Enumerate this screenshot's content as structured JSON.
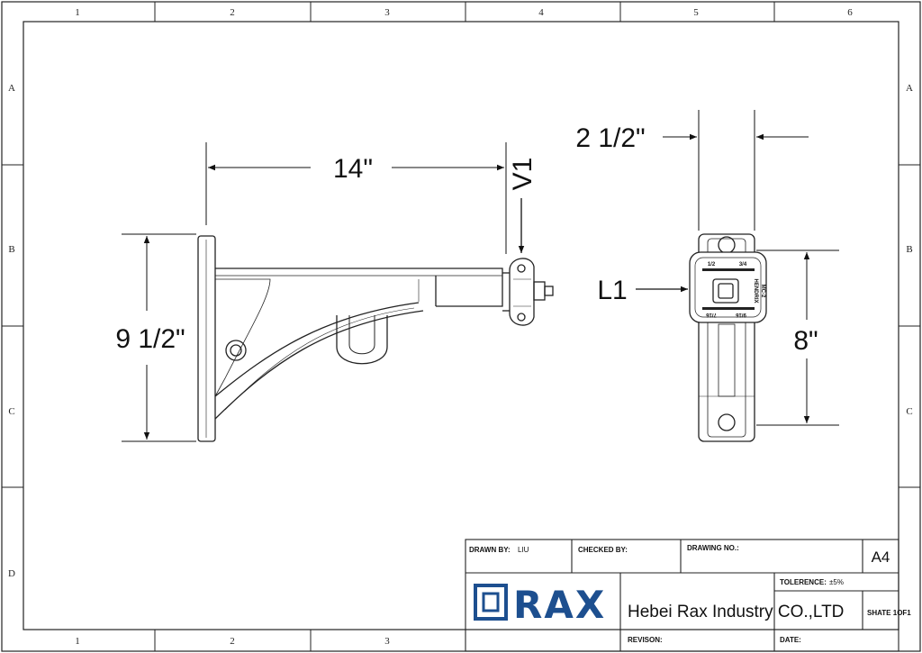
{
  "frame": {
    "columns": [
      "1",
      "2",
      "3",
      "4",
      "5",
      "6"
    ],
    "rows": [
      "A",
      "B",
      "C",
      "D"
    ]
  },
  "dimensions": {
    "length": "14\"",
    "height": "9 1/2\"",
    "width": "2 1/2\"",
    "mount_spacing": "8\"",
    "vertical_ref": "V1",
    "lateral_ref": "L1"
  },
  "plate_marks": {
    "top_left": "1/2",
    "top_right": "3/4",
    "bottom_left": "7/16",
    "bottom_right": "9/16",
    "side_text_1": "HENDRIX",
    "side_text_2": "MC-2"
  },
  "title_block": {
    "drawn_by_label": "DRAWN BY:",
    "drawn_by_value": "LIU",
    "checked_by_label": "CHECKED BY:",
    "drawing_no_label": "DRAWING NO.:",
    "size": "A4",
    "tolerance_label": "TOLERENCE:",
    "tolerance_value": "±5%",
    "logo": "RAX",
    "company": "Hebei Rax Industry CO.,LTD",
    "sheet": "SHATE 1OF1",
    "revision_label": "REVISON:",
    "date_label": "DATE:"
  },
  "colors": {
    "logo_blue": "#1d4f8f",
    "line": "#111111"
  }
}
